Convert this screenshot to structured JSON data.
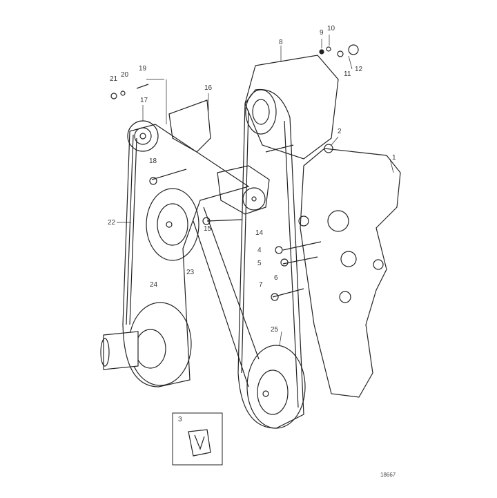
{
  "diagram": {
    "labels": {
      "p1": "1",
      "p2": "2",
      "p3": "3",
      "p4": "4",
      "p5": "5",
      "p6": "6",
      "p7": "7",
      "p8": "8",
      "p9": "9",
      "p10": "10",
      "p11": "11",
      "p12": "12",
      "p14": "14",
      "p15": "15",
      "p16": "16",
      "p17": "17",
      "p18": "18",
      "p19": "19",
      "p20": "20",
      "p21": "21",
      "p22": "22",
      "p23": "23",
      "p24": "24",
      "p25": "25"
    },
    "reference_number": "18667"
  }
}
